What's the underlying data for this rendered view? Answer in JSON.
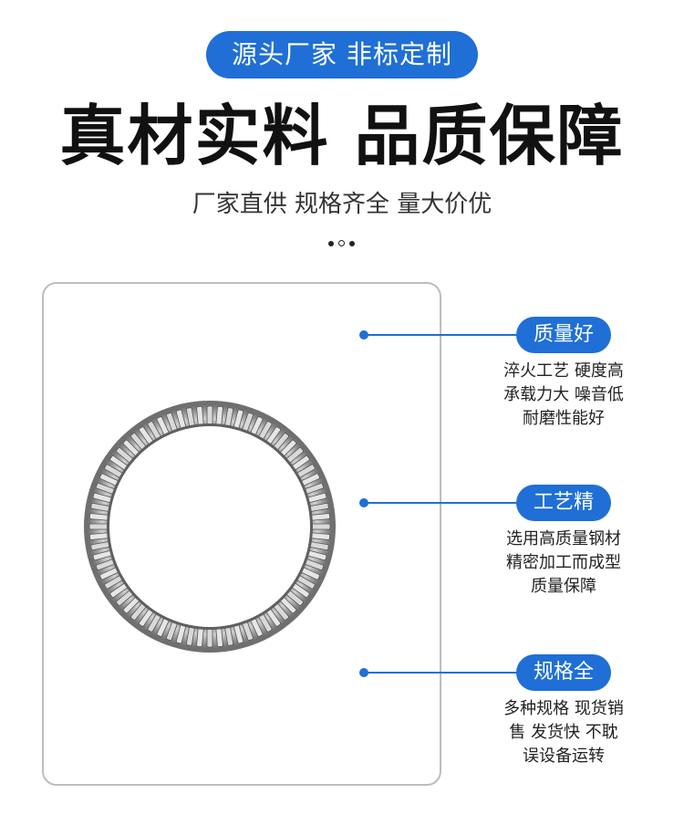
{
  "header": {
    "badge": "源头厂家 非标定制",
    "headline": "真材实料 品质保障",
    "subline": "厂家直供 规格齐全 量大价优"
  },
  "product": {
    "image_icon": "thrust-needle-roller-bearing"
  },
  "features": [
    {
      "title": "质量好",
      "lines": [
        "淬火工艺 硬度高",
        "承载力大 噪音低",
        "耐磨性能好"
      ]
    },
    {
      "title": "工艺精",
      "lines": [
        "选用高质量钢材",
        "精密加工而成型",
        "质量保障"
      ]
    },
    {
      "title": "规格全",
      "lines": [
        "多种规格 现货销",
        "售 发货快 不耽",
        "误设备运转"
      ]
    }
  ],
  "colors": {
    "accent": "#1f6fd6",
    "text": "#111111",
    "border": "#bdbdbd"
  }
}
